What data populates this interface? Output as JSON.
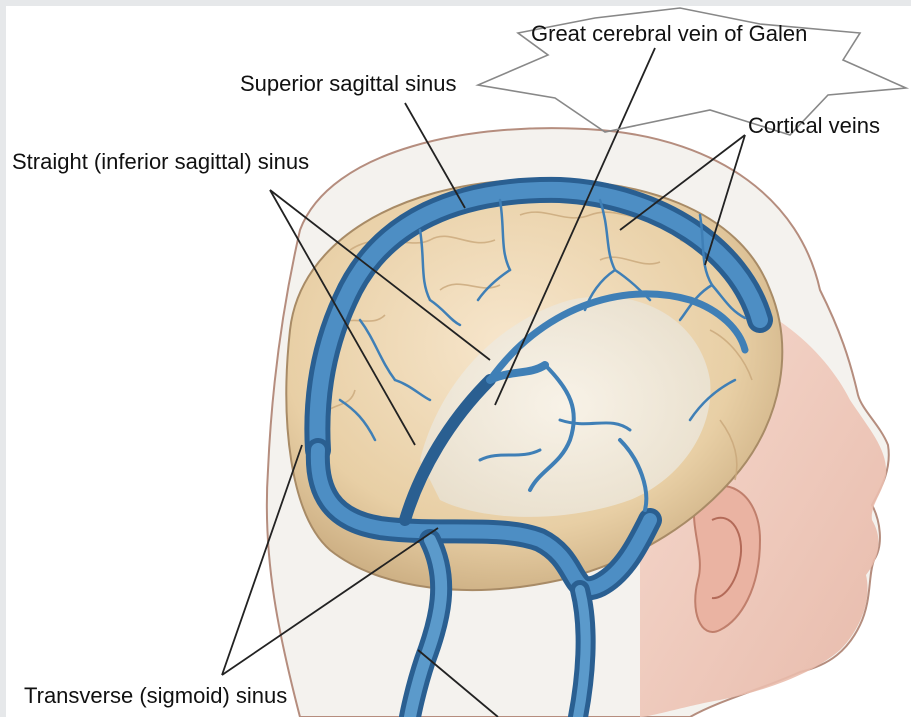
{
  "labels": {
    "superior_sagittal": "Superior sagittal sinus",
    "straight_sinus": "Straight (inferior sagittal) sinus",
    "cortical_veins": "Cortical veins",
    "great_cerebral_vein": "Great cerebral vein of Galen",
    "transverse_sinus": "Transverse (sigmoid) sinus"
  },
  "colors": {
    "vein": "#3f7fb6",
    "vein_dark": "#2a5f91",
    "brain": "#e9cfa6",
    "skin": "#f0c7b8",
    "leader_line": "#222222",
    "callout_outline": "#888888"
  }
}
